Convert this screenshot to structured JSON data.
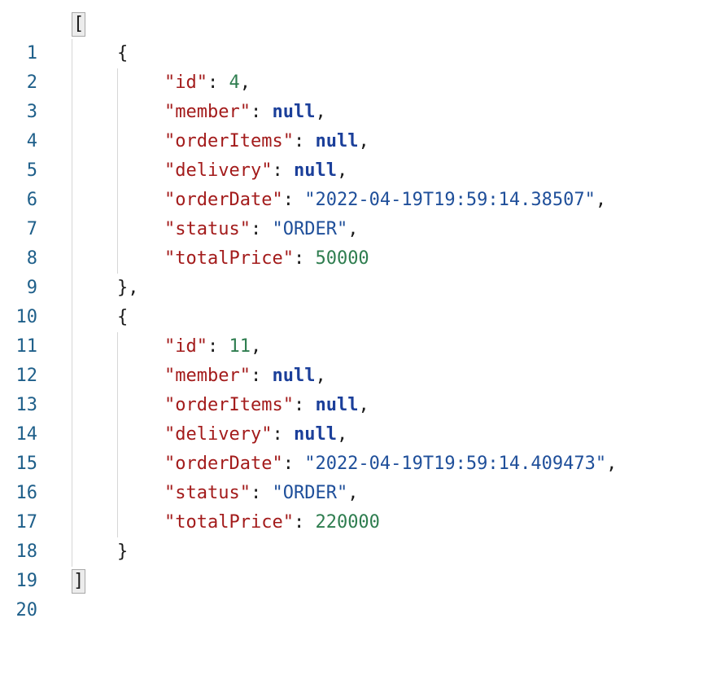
{
  "lines": [
    {
      "num": "1",
      "open": "["
    },
    {
      "num": "2",
      "brace": "{"
    },
    {
      "num": "3",
      "key": "\"id\"",
      "sep": ": ",
      "num_val": "4",
      "comma": ","
    },
    {
      "num": "4",
      "key": "\"member\"",
      "sep": ": ",
      "kw_val": "null",
      "comma": ","
    },
    {
      "num": "5",
      "key": "\"orderItems\"",
      "sep": ": ",
      "kw_val": "null",
      "comma": ","
    },
    {
      "num": "6",
      "key": "\"delivery\"",
      "sep": ": ",
      "kw_val": "null",
      "comma": ","
    },
    {
      "num": "7",
      "key": "\"orderDate\"",
      "sep": ": ",
      "str_val": "\"2022-04-19T19:59:14.38507\"",
      "comma": ","
    },
    {
      "num": "8",
      "key": "\"status\"",
      "sep": ": ",
      "str_val": "\"ORDER\"",
      "comma": ","
    },
    {
      "num": "9",
      "key": "\"totalPrice\"",
      "sep": ": ",
      "num_val": "50000"
    },
    {
      "num": "10",
      "brace": "},"
    },
    {
      "num": "11",
      "brace": "{"
    },
    {
      "num": "12",
      "key": "\"id\"",
      "sep": ": ",
      "num_val": "11",
      "comma": ","
    },
    {
      "num": "13",
      "key": "\"member\"",
      "sep": ": ",
      "kw_val": "null",
      "comma": ","
    },
    {
      "num": "14",
      "key": "\"orderItems\"",
      "sep": ": ",
      "kw_val": "null",
      "comma": ","
    },
    {
      "num": "15",
      "key": "\"delivery\"",
      "sep": ": ",
      "kw_val": "null",
      "comma": ","
    },
    {
      "num": "16",
      "key": "\"orderDate\"",
      "sep": ": ",
      "str_val": "\"2022-04-19T19:59:14.409473\"",
      "comma": ","
    },
    {
      "num": "17",
      "key": "\"status\"",
      "sep": ": ",
      "str_val": "\"ORDER\"",
      "comma": ","
    },
    {
      "num": "18",
      "key": "\"totalPrice\"",
      "sep": ": ",
      "num_val": "220000"
    },
    {
      "num": "19",
      "brace": "}"
    },
    {
      "num": "20",
      "open": "]"
    }
  ],
  "colors": {
    "line_number": "#1e5f8a",
    "key": "#a31b1b",
    "string": "#1f4f9a",
    "number": "#2e7d4f",
    "keyword": "#1b3f9a",
    "bracket_highlight_bg": "#ececec",
    "bracket_highlight_border": "#a8a8a8"
  }
}
